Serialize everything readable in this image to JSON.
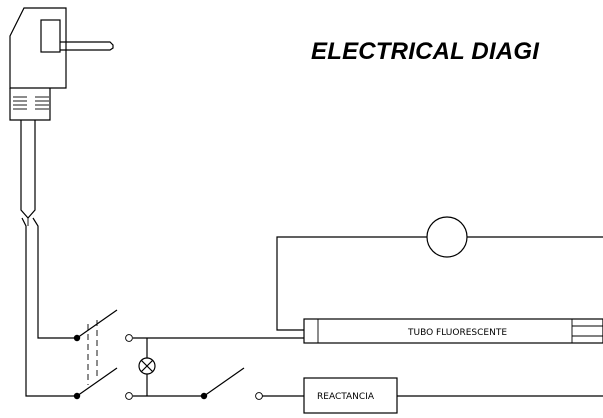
{
  "diagram": {
    "title": "ELECTRICAL DIAGI",
    "labels": {
      "tube": "TUBO FLUORESCENTE",
      "ballast": "REACTANCIA"
    }
  }
}
